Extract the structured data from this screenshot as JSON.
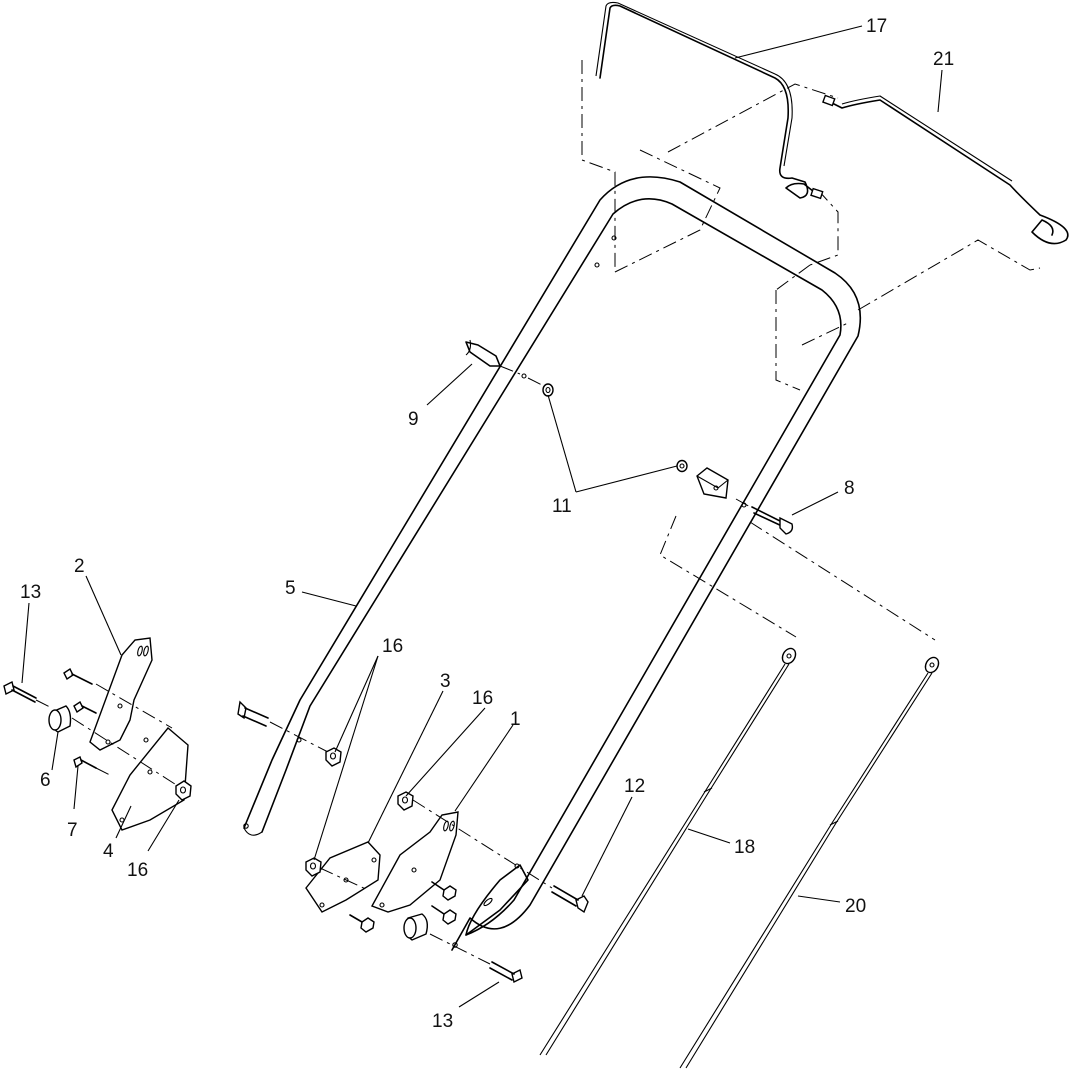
{
  "callouts": {
    "c17": "17",
    "c21": "21",
    "c9": "9",
    "c11": "11",
    "c8": "8",
    "c5": "5",
    "c2": "2",
    "c13a": "13",
    "c16a": "16",
    "c3": "3",
    "c16b": "16",
    "c1": "1",
    "c12": "12",
    "c18": "18",
    "c20": "20",
    "c6": "6",
    "c7": "7",
    "c4": "4",
    "c16c": "16",
    "c13b": "13"
  }
}
